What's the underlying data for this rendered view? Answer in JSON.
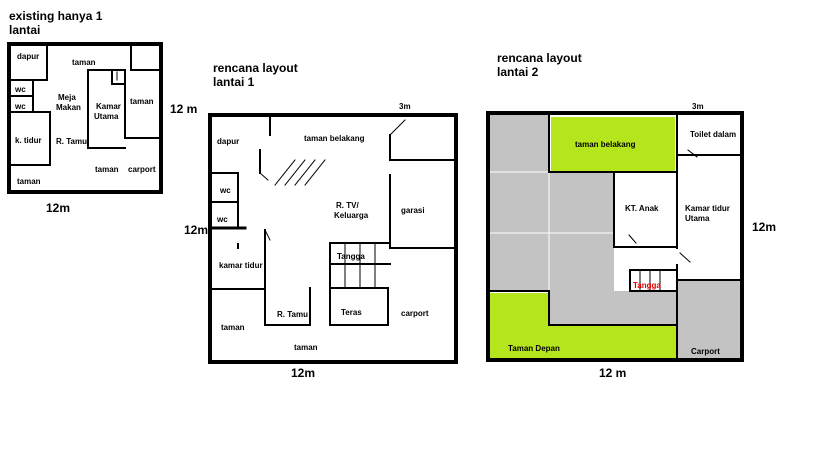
{
  "plans": {
    "existing": {
      "title_line1": "existing hanya 1",
      "title_line2": "lantai",
      "dim_bottom": "12m",
      "dim_right": "12 m",
      "rooms": {
        "dapur": "dapur",
        "taman_top": "taman",
        "wc1": "wc",
        "wc2": "wc",
        "meja_makan_1": "Meja",
        "meja_makan_2": "Makan",
        "kamar_utama_1": "Kamar",
        "kamar_utama_2": "Utama",
        "taman_right": "taman",
        "k_tidur": "k. tidur",
        "r_tamu": "R. Tamu",
        "taman_mid": "taman",
        "carport": "carport",
        "taman_bottom": "taman"
      }
    },
    "lantai1": {
      "title_line1": "rencana layout",
      "title_line2": "lantai 1",
      "dim_bottom": "12m",
      "dim_left": "12m",
      "dim_top": "3m",
      "rooms": {
        "dapur": "dapur",
        "taman_belakang": "taman belakang",
        "wc1": "wc",
        "wc2": "wc",
        "r_tv_1": "R. TV/",
        "r_tv_2": "Keluarga",
        "garasi": "garasi",
        "tangga": "Tangga",
        "kamar_tidur": "kamar tidur",
        "taman_left": "taman",
        "r_tamu": "R. Tamu",
        "teras": "Teras",
        "carport": "carport",
        "taman_bottom": "taman"
      }
    },
    "lantai2": {
      "title_line1": "rencana layout",
      "title_line2": "lantai 2",
      "dim_bottom": "12 m",
      "dim_right": "12m",
      "dim_top": "3m",
      "colors": {
        "green": "#b5e61d",
        "gray": "#c3c3c3",
        "tangga_text": "#e00000"
      },
      "rooms": {
        "taman_belakang": "taman belakang",
        "toilet_dalam": "Toilet dalam",
        "kt_anak": "KT. Anak",
        "kamar_utama_1": "Kamar tidur",
        "kamar_utama_2": "Utama",
        "tangga": "Tangga",
        "taman_depan": "Taman Depan",
        "carport": "Carport"
      }
    }
  }
}
